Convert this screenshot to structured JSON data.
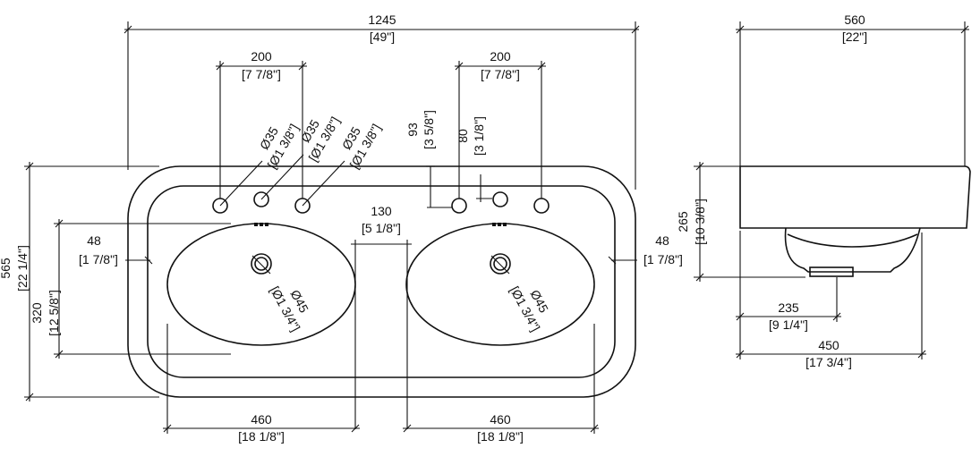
{
  "top_view": {
    "overall_width": "1245",
    "overall_width_in": "[49\"]",
    "overall_depth": "565",
    "overall_depth_in": "[22 1/4\"]",
    "bowl_depth": "320",
    "bowl_depth_in": "[12 5/8\"]",
    "left_margin": "48",
    "left_margin_in": "[1 7/8\"]",
    "right_margin": "48",
    "right_margin_in": "[1 7/8\"]",
    "bowl_gap": "130",
    "bowl_gap_in": "[5 1/8\"]",
    "left_bowl_width": "460",
    "left_bowl_width_in": "[18 1/8\"]",
    "right_bowl_width": "460",
    "right_bowl_width_in": "[18 1/8\"]",
    "left_tap_spacing": "200",
    "left_tap_spacing_in": "[7 7/8\"]",
    "right_tap_spacing": "200",
    "right_tap_spacing_in": "[7 7/8\"]",
    "tap_holes": [
      {
        "dia": "Ø35",
        "dia_in": "[Ø1 3/8\"]"
      },
      {
        "dia": "Ø35",
        "dia_in": "[Ø1 3/8\"]"
      },
      {
        "dia": "Ø35",
        "dia_in": "[Ø1 3/8\"]"
      }
    ],
    "hole_offset": "93",
    "hole_offset_in": "[3 5/8\"]",
    "hole_spacing": "80",
    "hole_spacing_in": "[3 1/8\"]",
    "left_drain": "Ø45",
    "left_drain_in": "[Ø1 3/4\"]",
    "right_drain": "Ø45",
    "right_drain_in": "[Ø1 3/4\"]"
  },
  "side_view": {
    "width": "560",
    "width_in": "[22\"]",
    "height": "265",
    "height_in": "[10 3/8\"]",
    "drain_offset": "235",
    "drain_offset_in": "[9 1/4\"]",
    "bottom_width": "450",
    "bottom_width_in": "[17 3/4\"]"
  }
}
